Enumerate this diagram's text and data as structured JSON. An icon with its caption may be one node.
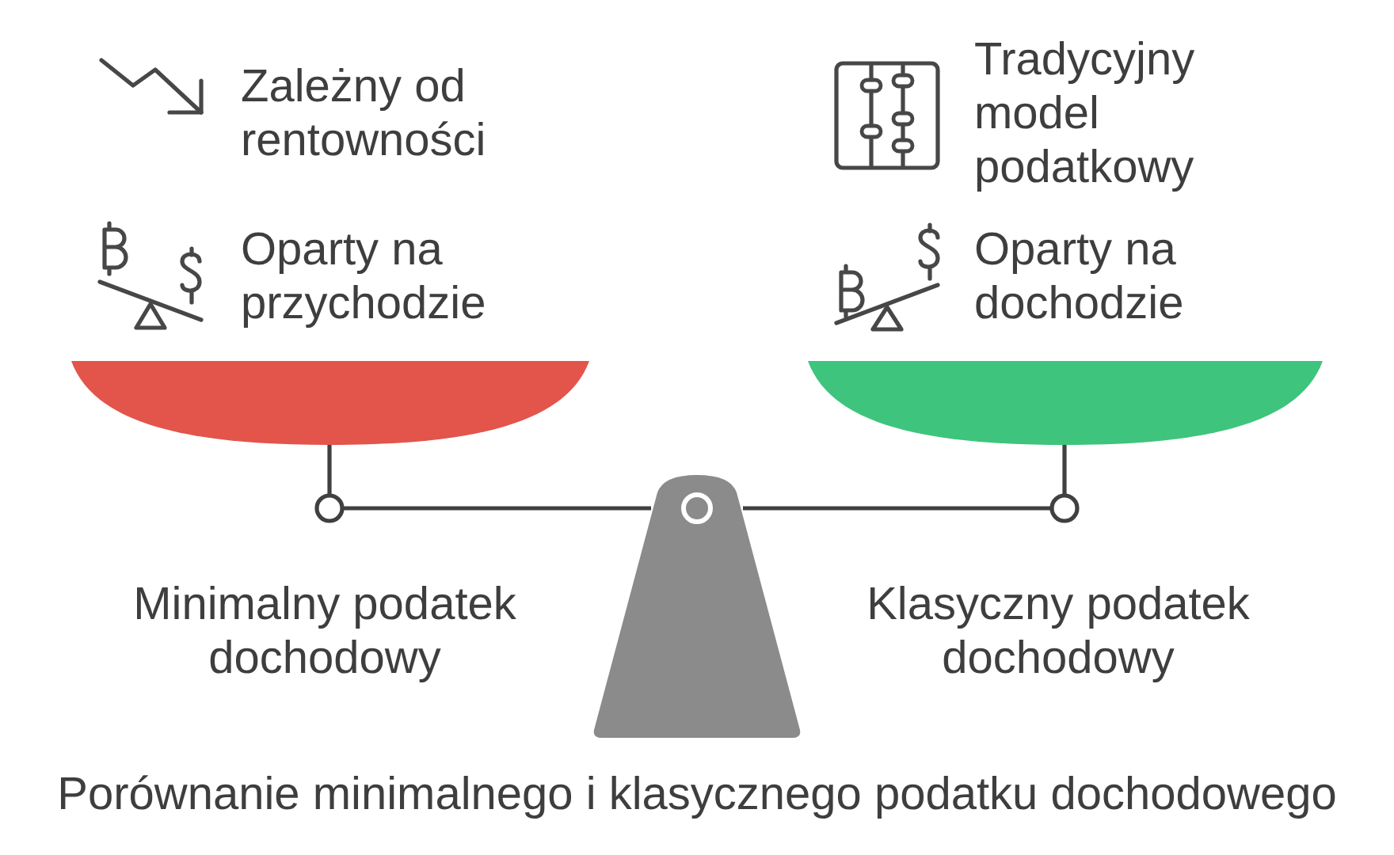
{
  "diagram": {
    "caption": "Porównanie minimalnego i klasycznego podatku dochodowego",
    "labels": [
      "Zależny od rentowności",
      "Tradycyjny model podatkowy",
      "Oparty na przychodzie",
      "Oparty na dochodzie",
      "Minimalny podatek dochodowy",
      "Klasyczny podatek dochodowy"
    ]
  }
}
